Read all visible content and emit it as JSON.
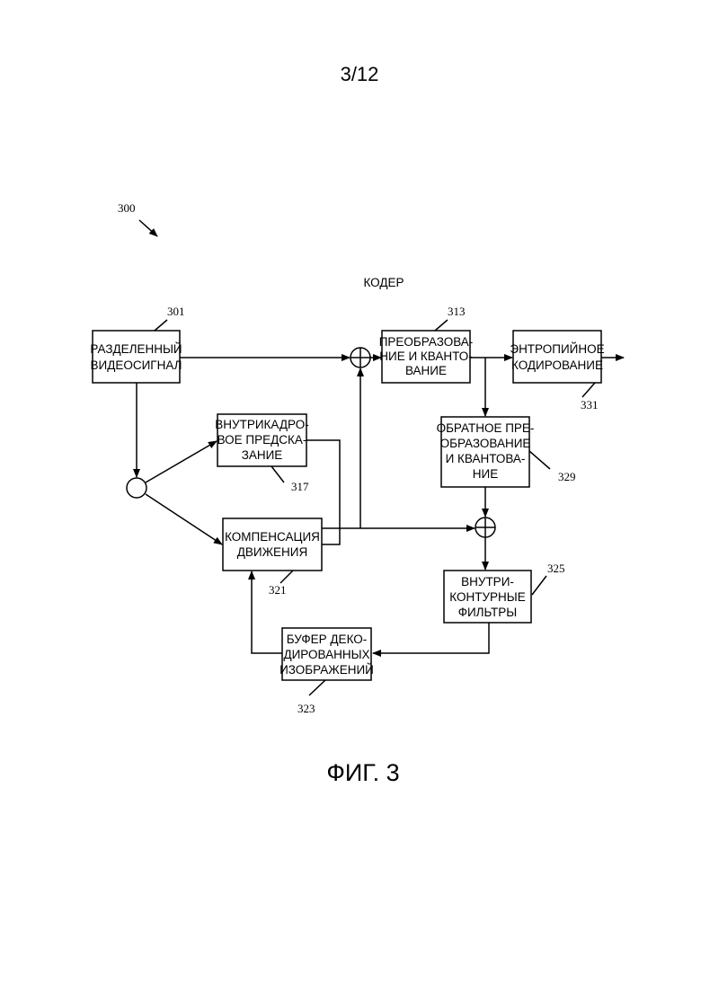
{
  "page_number": "3/12",
  "figure_label": "ФИГ. 3",
  "diagram": {
    "title": "КОДЕР",
    "system_ref": "300",
    "blocks": {
      "split_video": {
        "lines": [
          "РАЗДЕЛЕННЫЙ",
          "ВИДЕОСИГНАЛ"
        ],
        "ref": "301"
      },
      "transform_quant": {
        "lines": [
          "ПРЕОБРАЗОВА-",
          "НИЕ И КВАНТО-",
          "ВАНИЕ"
        ],
        "ref": "313"
      },
      "entropy_coding": {
        "lines": [
          "ЭНТРОПИЙНОЕ",
          "КОДИРОВАНИЕ"
        ],
        "ref": "331"
      },
      "intra_prediction": {
        "lines": [
          "ВНУТРИКАДРО-",
          "ВОЕ ПРЕДСКА-",
          "ЗАНИЕ"
        ],
        "ref": "317"
      },
      "inverse_transform": {
        "lines": [
          "ОБРАТНОЕ ПРЕ-",
          "ОБРАЗОВАНИЕ",
          "И КВАНТОВА-",
          "НИЕ"
        ],
        "ref": "329"
      },
      "motion_compensation": {
        "lines": [
          "КОМПЕНСАЦИЯ",
          "ДВИЖЕНИЯ"
        ],
        "ref": "321"
      },
      "in_loop_filters": {
        "lines": [
          "ВНУТРИ-",
          "КОНТУРНЫЕ",
          "ФИЛЬТРЫ"
        ],
        "ref": "325"
      },
      "decoded_picture_buffer": {
        "lines": [
          "БУФЕР ДЕКО-",
          "ДИРОВАННЫХ",
          "ИЗОБРАЖЕНИЙ"
        ],
        "ref": "323"
      }
    }
  }
}
